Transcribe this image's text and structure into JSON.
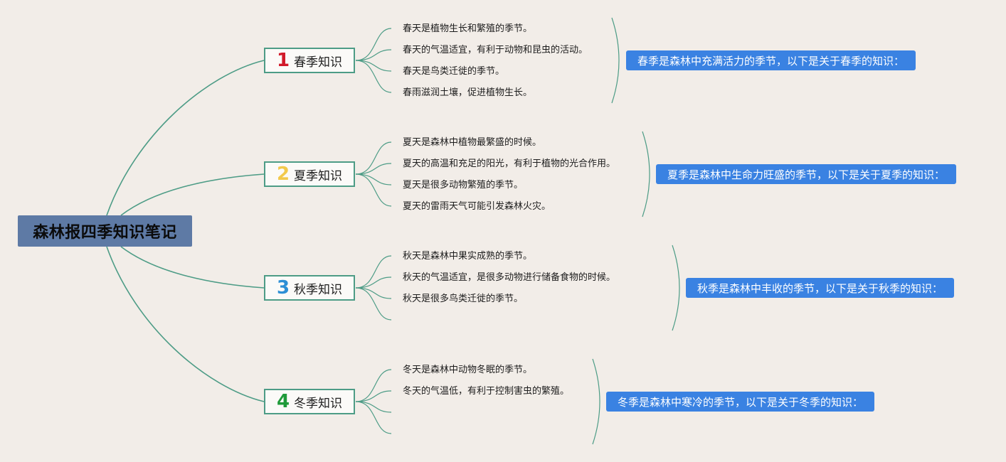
{
  "root": {
    "title": "森林报四季知识笔记"
  },
  "colors": {
    "background": "#f2ede8",
    "root_fill": "#5e7aa5",
    "line": "#4d9c86",
    "summary_fill": "#3a82e2",
    "num_1": "#d11a2a",
    "num_2": "#f2c94c",
    "num_3": "#2d8fd5",
    "num_4": "#1f9a3a"
  },
  "branches": [
    {
      "number": "1",
      "label": "春季知识",
      "items": [
        "春天是植物生长和繁殖的季节。",
        "春天的气温适宜，有利于动物和昆虫的活动。",
        "春天是鸟类迁徙的季节。",
        "春雨滋润土壤，促进植物生长。"
      ],
      "summary": "春季是森林中充满活力的季节，以下是关于春季的知识："
    },
    {
      "number": "2",
      "label": "夏季知识",
      "items": [
        "夏天是森林中植物最繁盛的时候。",
        "夏天的高温和充足的阳光，有利于植物的光合作用。",
        "夏天是很多动物繁殖的季节。",
        "夏天的雷雨天气可能引发森林火灾。"
      ],
      "summary": "夏季是森林中生命力旺盛的季节，以下是关于夏季的知识："
    },
    {
      "number": "3",
      "label": "秋季知识",
      "items": [
        "秋天是森林中果实成熟的季节。",
        "秋天的气温适宜，是很多动物进行储备食物的时候。",
        "秋天是很多鸟类迁徙的季节。",
        ""
      ],
      "summary": "秋季是森林中丰收的季节，以下是关于秋季的知识："
    },
    {
      "number": "4",
      "label": "冬季知识",
      "items": [
        "冬天是森林中动物冬眠的季节。",
        "冬天的气温低，有利于控制害虫的繁殖。",
        "",
        ""
      ],
      "summary": "冬季是森林中寒冷的季节，以下是关于冬季的知识："
    }
  ]
}
